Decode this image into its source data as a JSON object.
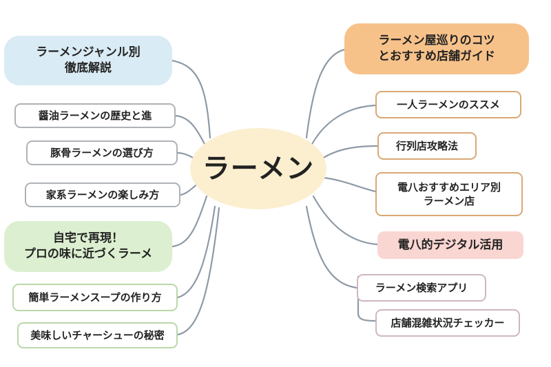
{
  "center": "ラーメン",
  "left": {
    "genre": {
      "line1": "ラーメンジャンル別",
      "line2": "徹底解説"
    },
    "genre_items": [
      "醤油ラーメンの歴史と進",
      "豚骨ラーメンの選び方",
      "家系ラーメンの楽しみ方"
    ],
    "home": {
      "line1": "自宅で再現！",
      "line2": "プロの味に近づくラーメ"
    },
    "home_items": [
      "簡単ラーメンスープの作り方",
      "美味しいチャーシューの秘密"
    ]
  },
  "right": {
    "tour": {
      "line1": "ラーメン屋巡りのコツ",
      "line2": "とおすすめ店舗ガイド"
    },
    "tour_items": [
      "一人ラーメンのススメ",
      "行列店攻略法"
    ],
    "area": {
      "line1": "電八おすすめエリア別",
      "line2": "ラーメン店"
    },
    "digital": "電八的デジタル活用",
    "digital_items": [
      "ラーメン検索アプリ",
      "店舗混雑状況チェッカー"
    ]
  },
  "colors": {
    "line": "#8e9aa6",
    "center_fill": "#fcefd0",
    "blue": "#d9ebf4",
    "orange": "#f7c28a",
    "green": "#dcefd0",
    "pink": "#f9d6d2"
  }
}
